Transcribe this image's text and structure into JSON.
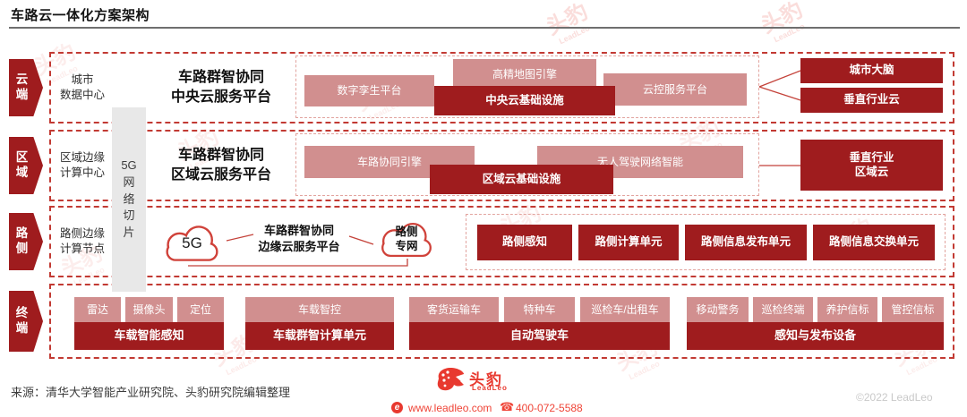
{
  "title": "车路云一体化方案架构",
  "watermark": {
    "cn": "头豹",
    "en": "LeadLeo"
  },
  "network_slice": "5G\n网\n络\n切\n片",
  "rows": {
    "cloud": {
      "label": "云\n端",
      "center": "城市\n数据中心",
      "platform": "车路群智协同\n中央云服务平台",
      "digital_twin": "数字孪生平台",
      "hd_map": "高精地图引擎",
      "central_infra": "中央云基础设施",
      "cloud_control": "云控服务平台",
      "city_brain": "城市大脑",
      "vertical_cloud": "垂直行业云"
    },
    "region": {
      "label": "区\n域",
      "center": "区域边缘\n计算中心",
      "platform": "车路群智协同\n区域云服务平台",
      "v2x_engine": "车路协同引擎",
      "region_infra": "区域云基础设施",
      "driverless": "无人驾驶网络智能",
      "vertical_region": "垂直行业\n区域云"
    },
    "roadside": {
      "label": "路\n侧",
      "center": "路侧边缘\n计算节点",
      "cloud_5g": "5G",
      "platform": "车路群智协同\n边缘云服务平台",
      "private_net": "路侧\n专网",
      "units": [
        "路侧感知",
        "路侧计算单元",
        "路侧信息发布单元",
        "路侧信息交换单元"
      ]
    },
    "terminal": {
      "label": "终\n端",
      "groups": [
        {
          "tops": [
            "雷达",
            "摄像头",
            "定位"
          ],
          "bottom": "车载智能感知"
        },
        {
          "tops": [
            "车载智控"
          ],
          "bottom": "车载群智计算单元"
        },
        {
          "tops": [
            "客货运输车",
            "特种车",
            "巡检车/出租车"
          ],
          "bottom": "自动驾驶车"
        },
        {
          "tops": [
            "移动警务",
            "巡检终端",
            "养护信标",
            "管控信标"
          ],
          "bottom": "感知与发布设备"
        }
      ]
    }
  },
  "footer": {
    "source": "来源：清华大学智能产业研究院、头豹研究院编辑整理",
    "logo_cn": "头豹",
    "logo_en": "LeadLeo",
    "website_icon": "e",
    "website": "www.leadleo.com",
    "phone_icon": "☎",
    "phone": "400-072-5588",
    "copyright": "©2022 LeadLeo"
  },
  "colors": {
    "dark_red": "#9f1c1e",
    "pink": "#d18f8f",
    "bright_red": "#e8392f",
    "outer_dash": "#c23a33",
    "inner_dash": "#e2a49f",
    "slice_bar": "#e8e8e8"
  }
}
